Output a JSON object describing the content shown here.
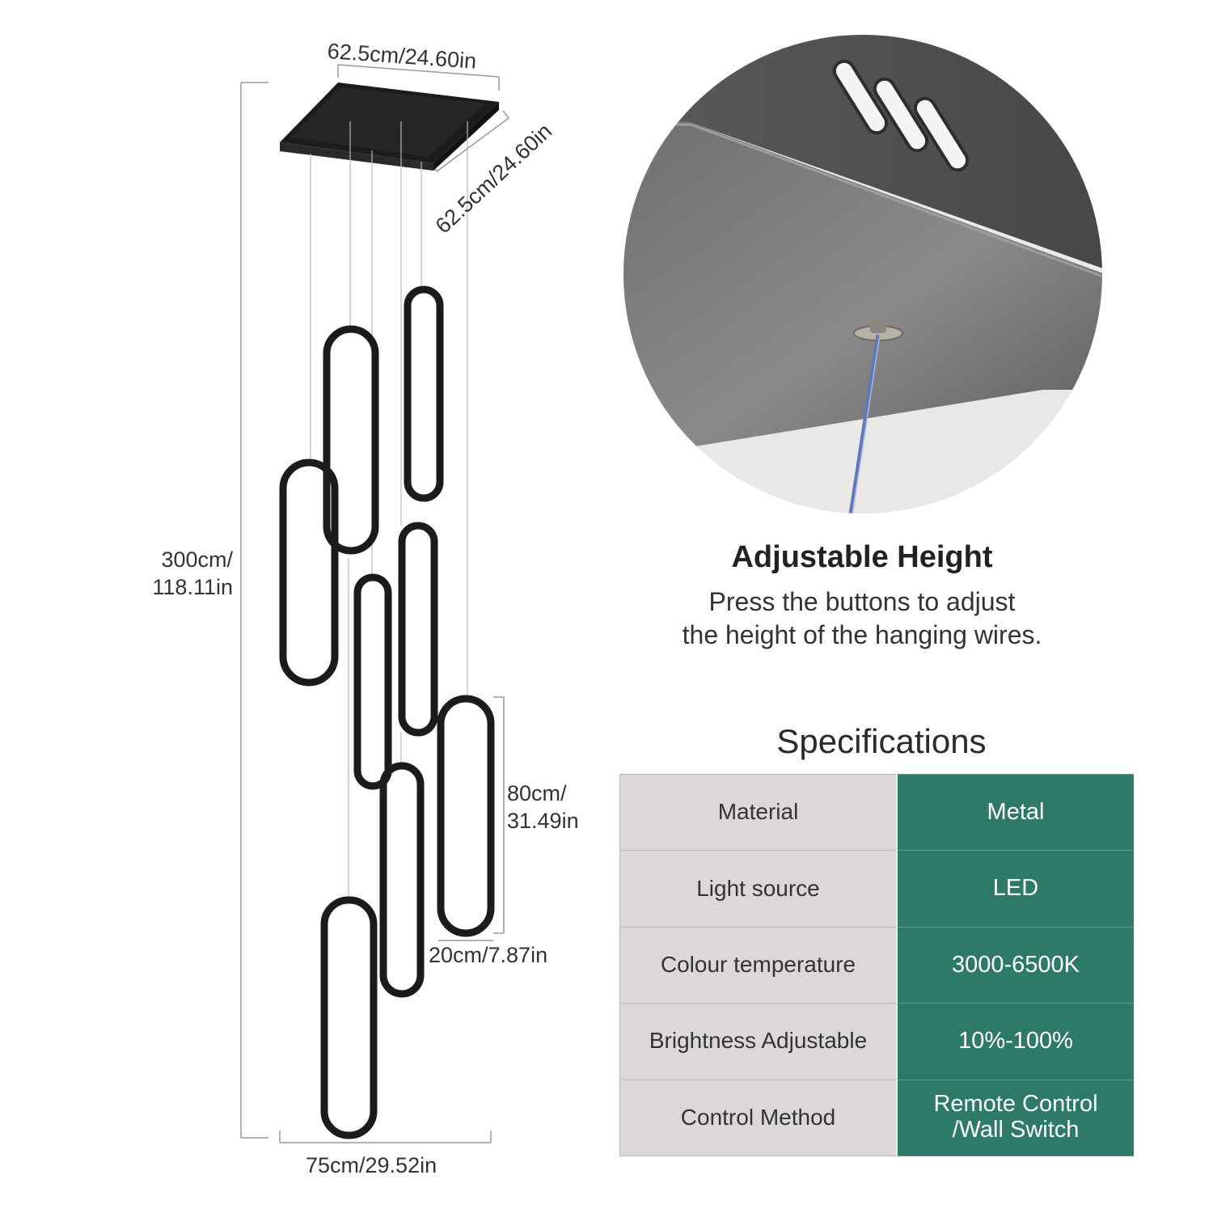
{
  "dimensions": {
    "canopy_width": "62.5cm/24.60in",
    "canopy_depth": "62.5cm/24.60in",
    "total_height": [
      "300cm/",
      "118.11in"
    ],
    "ring_height": [
      "80cm/",
      "31.49in"
    ],
    "ring_width": "20cm/7.87in",
    "total_width": "75cm/29.52in"
  },
  "feature": {
    "title": "Adjustable Height",
    "description": [
      "Press the buttons to adjust",
      "the height of the hanging wires."
    ]
  },
  "specifications": {
    "title": "Specifications",
    "rows": [
      {
        "key": "Material",
        "value": [
          "Metal"
        ]
      },
      {
        "key": "Light source",
        "value": [
          "LED"
        ]
      },
      {
        "key": "Colour temperature",
        "value": [
          "3000-6500K"
        ]
      },
      {
        "key": "Brightness Adjustable",
        "value": [
          "10%-100%"
        ]
      },
      {
        "key": "Control Method",
        "value": [
          "Remote Control",
          "/Wall Switch"
        ]
      }
    ]
  },
  "colors": {
    "fixture": "#1b1b1b",
    "spec_key_bg": "#dcd8d7",
    "spec_value_bg": "#2d7a69",
    "dimension_lines": "#9a9a9a"
  }
}
